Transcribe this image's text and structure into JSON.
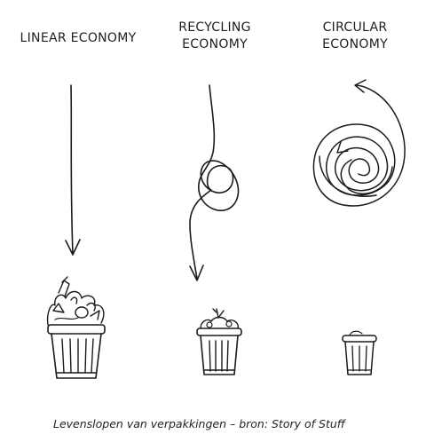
{
  "columns": [
    {
      "title_lines": [
        "LINEAR ECONOMY"
      ]
    },
    {
      "title_lines": [
        "RECYCLING",
        "ECONOMY"
      ]
    },
    {
      "title_lines": [
        "CIRCULAR",
        "ECONOMY"
      ]
    }
  ],
  "caption": "Levenslopen van verpakkingen – bron: Story of Stuff",
  "ink_color": "#1b1b1b"
}
